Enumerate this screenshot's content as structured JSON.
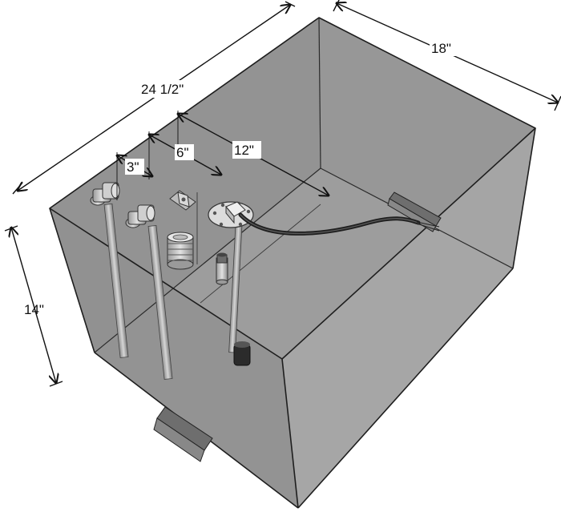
{
  "dimensions": {
    "length": "24 1/2\"",
    "width": "18\"",
    "height": "14\"",
    "offset_3": "3\"",
    "offset_6": "6\"",
    "offset_12": "12\""
  },
  "colors": {
    "tank_top": "#8f8f8f",
    "tank_left": "#8a8a8a",
    "tank_front": "#a0a0a0",
    "interior_back": "#9c9c9c",
    "edge": "#1e1e1e",
    "dimension_line": "#111111",
    "fitting": "#c9c9c9",
    "hose": "#2a2a2a"
  }
}
